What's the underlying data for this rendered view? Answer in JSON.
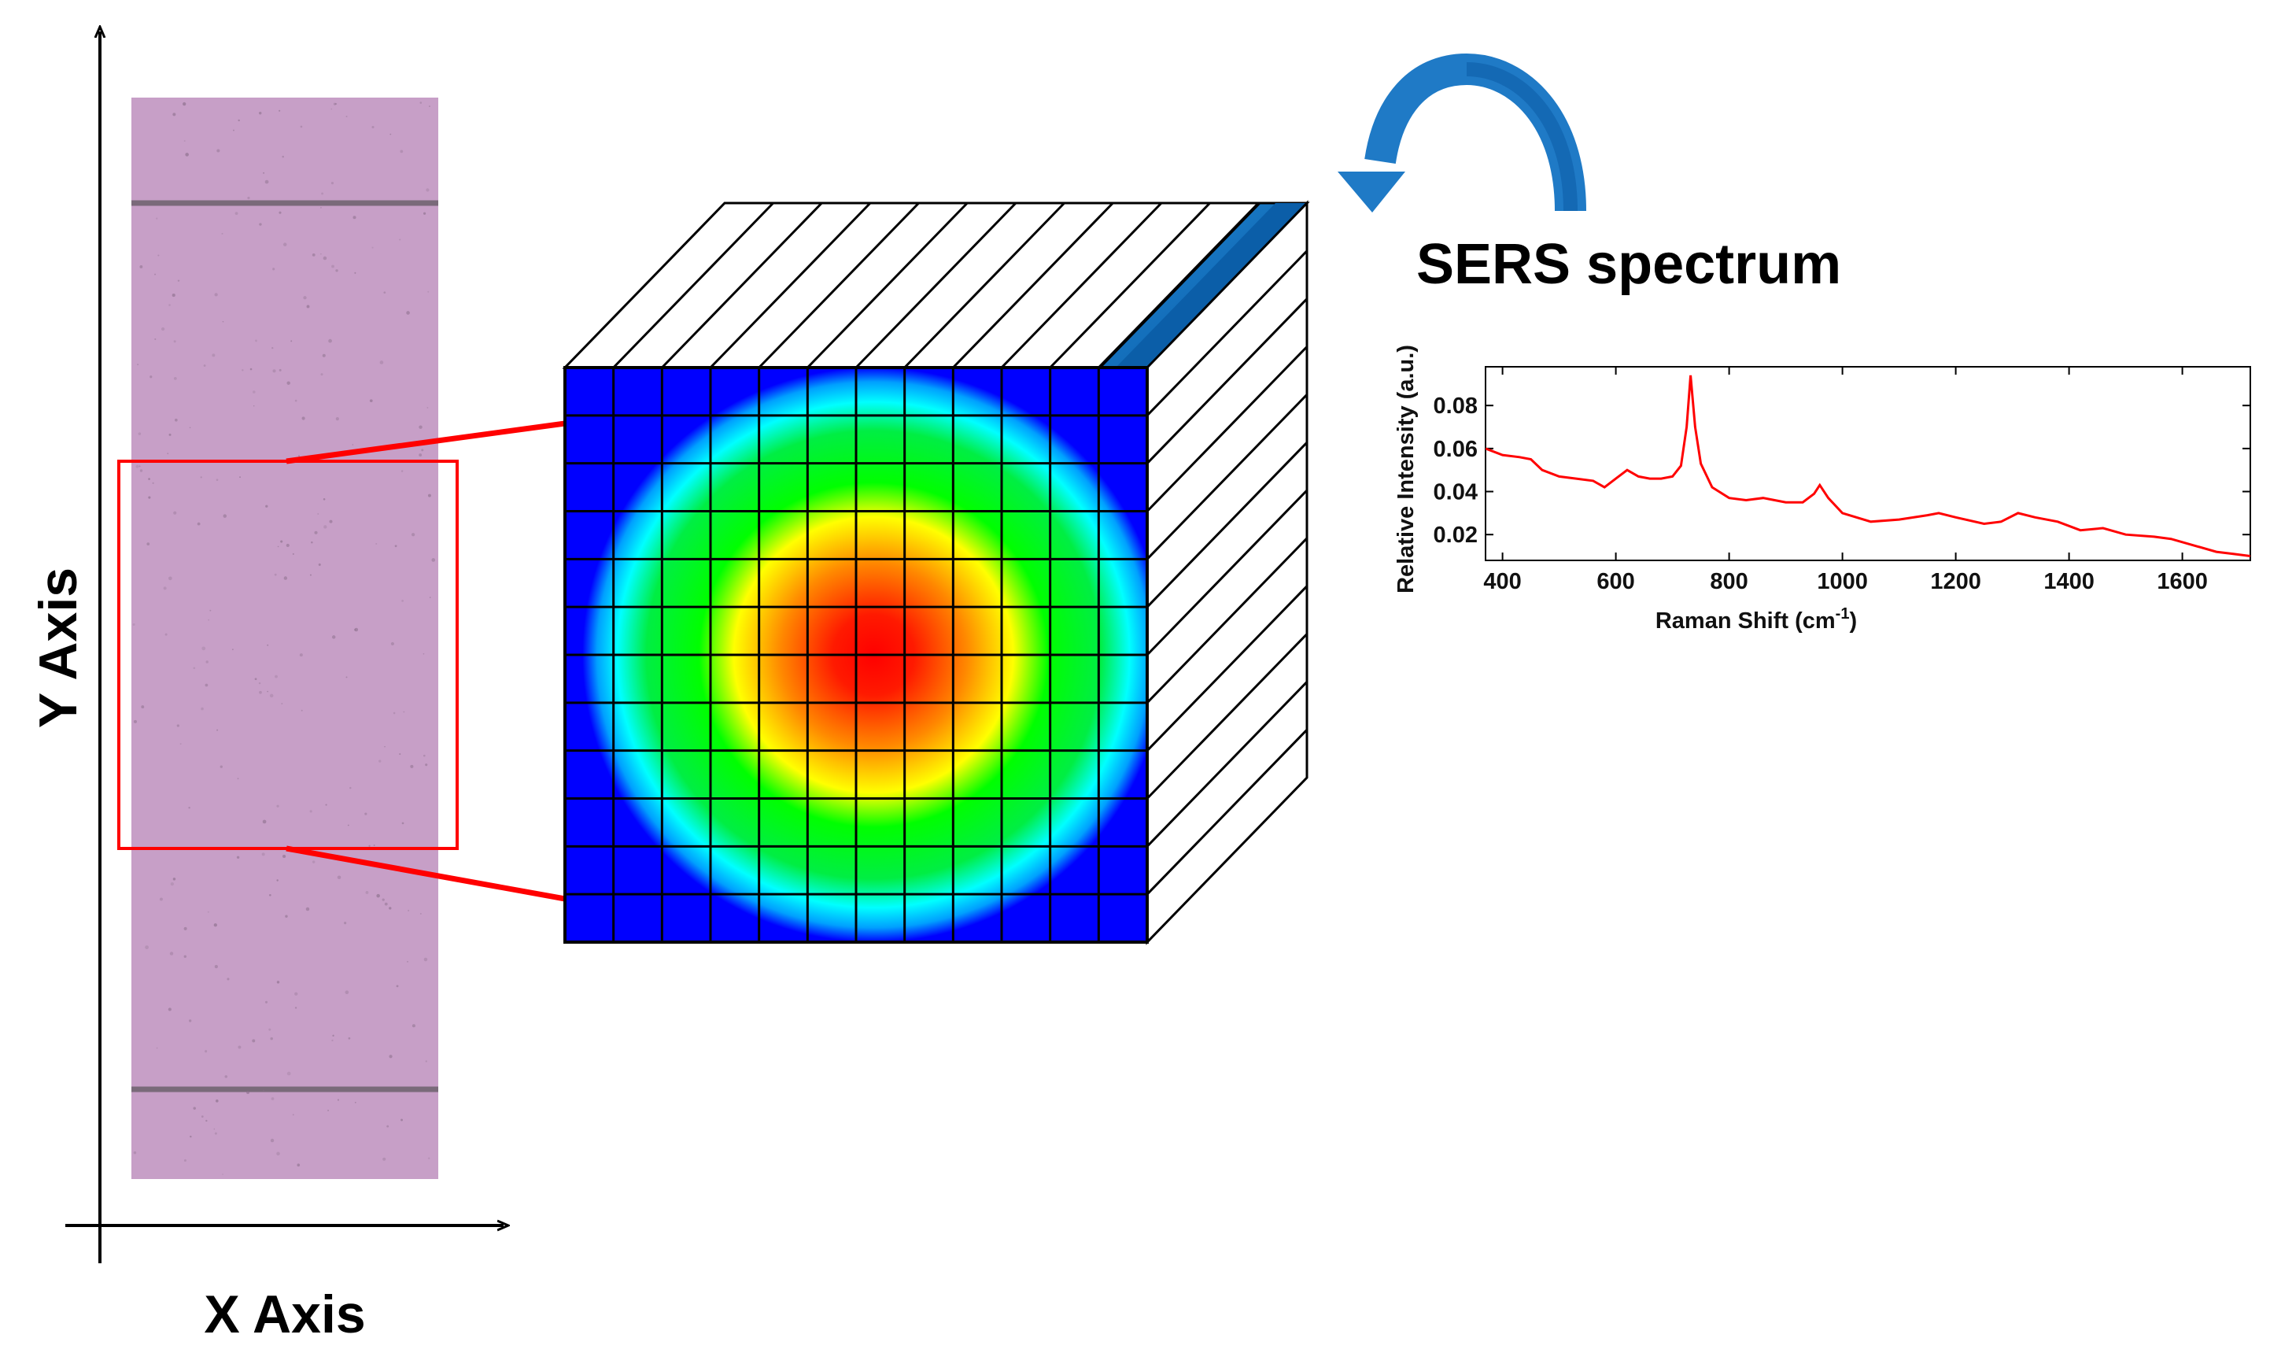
{
  "axes": {
    "x_label": "X Axis",
    "y_label": "Y Axis"
  },
  "spectrum_title": "SERS spectrum",
  "colors": {
    "sample_strip": "#c79fc7",
    "strip_lines": "#7a6a7a",
    "selection_box": "#ff0000",
    "arrow": "#1f7ac6",
    "spectrum_line": "#ff0000"
  },
  "hypercube": {
    "grid_columns": 12,
    "grid_rows": 12,
    "depth_slices": 12,
    "colormap": "jet"
  },
  "icons": {
    "curved_arrow": "curved-arrow-icon"
  },
  "chart_data": {
    "type": "line",
    "title": "",
    "xlabel": "Raman Shift (cm",
    "xlabel_superscript": "-1",
    "xlabel_suffix": ")",
    "ylabel": "Relative Intensity (a.u.)",
    "xlim": [
      370,
      1720
    ],
    "ylim": [
      0.008,
      0.098
    ],
    "x_ticks": [
      400,
      600,
      800,
      1000,
      1200,
      1400,
      1600
    ],
    "x_tick_labels": [
      "400",
      "600",
      "800",
      "1000",
      "1200",
      "1400",
      "1600"
    ],
    "y_ticks": [
      0.02,
      0.04,
      0.06,
      0.08
    ],
    "y_tick_labels": [
      "0.02",
      "0.04",
      "0.06",
      "0.08"
    ],
    "series": [
      {
        "x": [
          370,
          400,
          430,
          450,
          470,
          500,
          530,
          560,
          580,
          600,
          620,
          640,
          660,
          680,
          700,
          715,
          725,
          732,
          740,
          750,
          770,
          800,
          830,
          860,
          900,
          930,
          950,
          960,
          975,
          1000,
          1050,
          1100,
          1150,
          1170,
          1200,
          1250,
          1280,
          1310,
          1340,
          1380,
          1420,
          1460,
          1500,
          1550,
          1580,
          1620,
          1660,
          1690,
          1720
        ],
        "y": [
          0.06,
          0.057,
          0.056,
          0.055,
          0.05,
          0.047,
          0.046,
          0.045,
          0.042,
          0.046,
          0.05,
          0.047,
          0.046,
          0.046,
          0.047,
          0.052,
          0.07,
          0.094,
          0.07,
          0.053,
          0.042,
          0.037,
          0.036,
          0.037,
          0.035,
          0.035,
          0.039,
          0.043,
          0.037,
          0.03,
          0.026,
          0.027,
          0.029,
          0.03,
          0.028,
          0.025,
          0.026,
          0.03,
          0.028,
          0.026,
          0.022,
          0.023,
          0.02,
          0.019,
          0.018,
          0.015,
          0.012,
          0.011,
          0.01
        ]
      }
    ]
  }
}
